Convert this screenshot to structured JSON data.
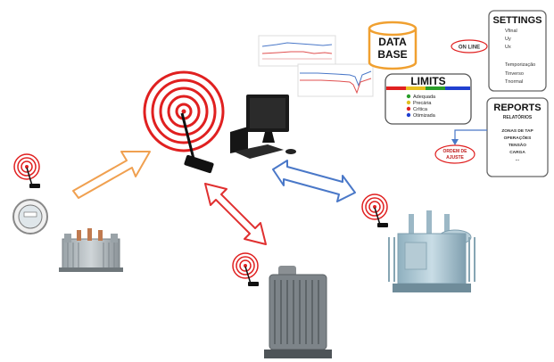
{
  "database": {
    "line1": "DATA",
    "line2": "BASE"
  },
  "online_badge": "ON LINE",
  "limits": {
    "title": "LIMITS",
    "items": [
      {
        "label": "Adequada",
        "color": "#2a9d2a"
      },
      {
        "label": "Precária",
        "color": "#e0c020"
      },
      {
        "label": "Crítica",
        "color": "#e02020"
      },
      {
        "label": "Otimizada",
        "color": "#2040d0"
      }
    ]
  },
  "settings": {
    "title": "SETTINGS",
    "items": [
      "Vfinal",
      "Uy",
      "Ux",
      "Temporização",
      "Tinverso",
      "Tnormal"
    ]
  },
  "reports": {
    "title": "REPORTS",
    "subtitle": "RELATÓRIOS",
    "items": [
      "ZONAS DE TAP",
      "OPERAÇÕES",
      "TENSÃO",
      "CARGA",
      "..."
    ]
  },
  "ordem_badge": {
    "line1": "ORDEM DE",
    "line2": "AJUSTE"
  },
  "colors": {
    "signal_red": "#e02020",
    "arrow_orange": "#f0a050",
    "arrow_red": "#e03030",
    "arrow_blue": "#4a78c8"
  }
}
